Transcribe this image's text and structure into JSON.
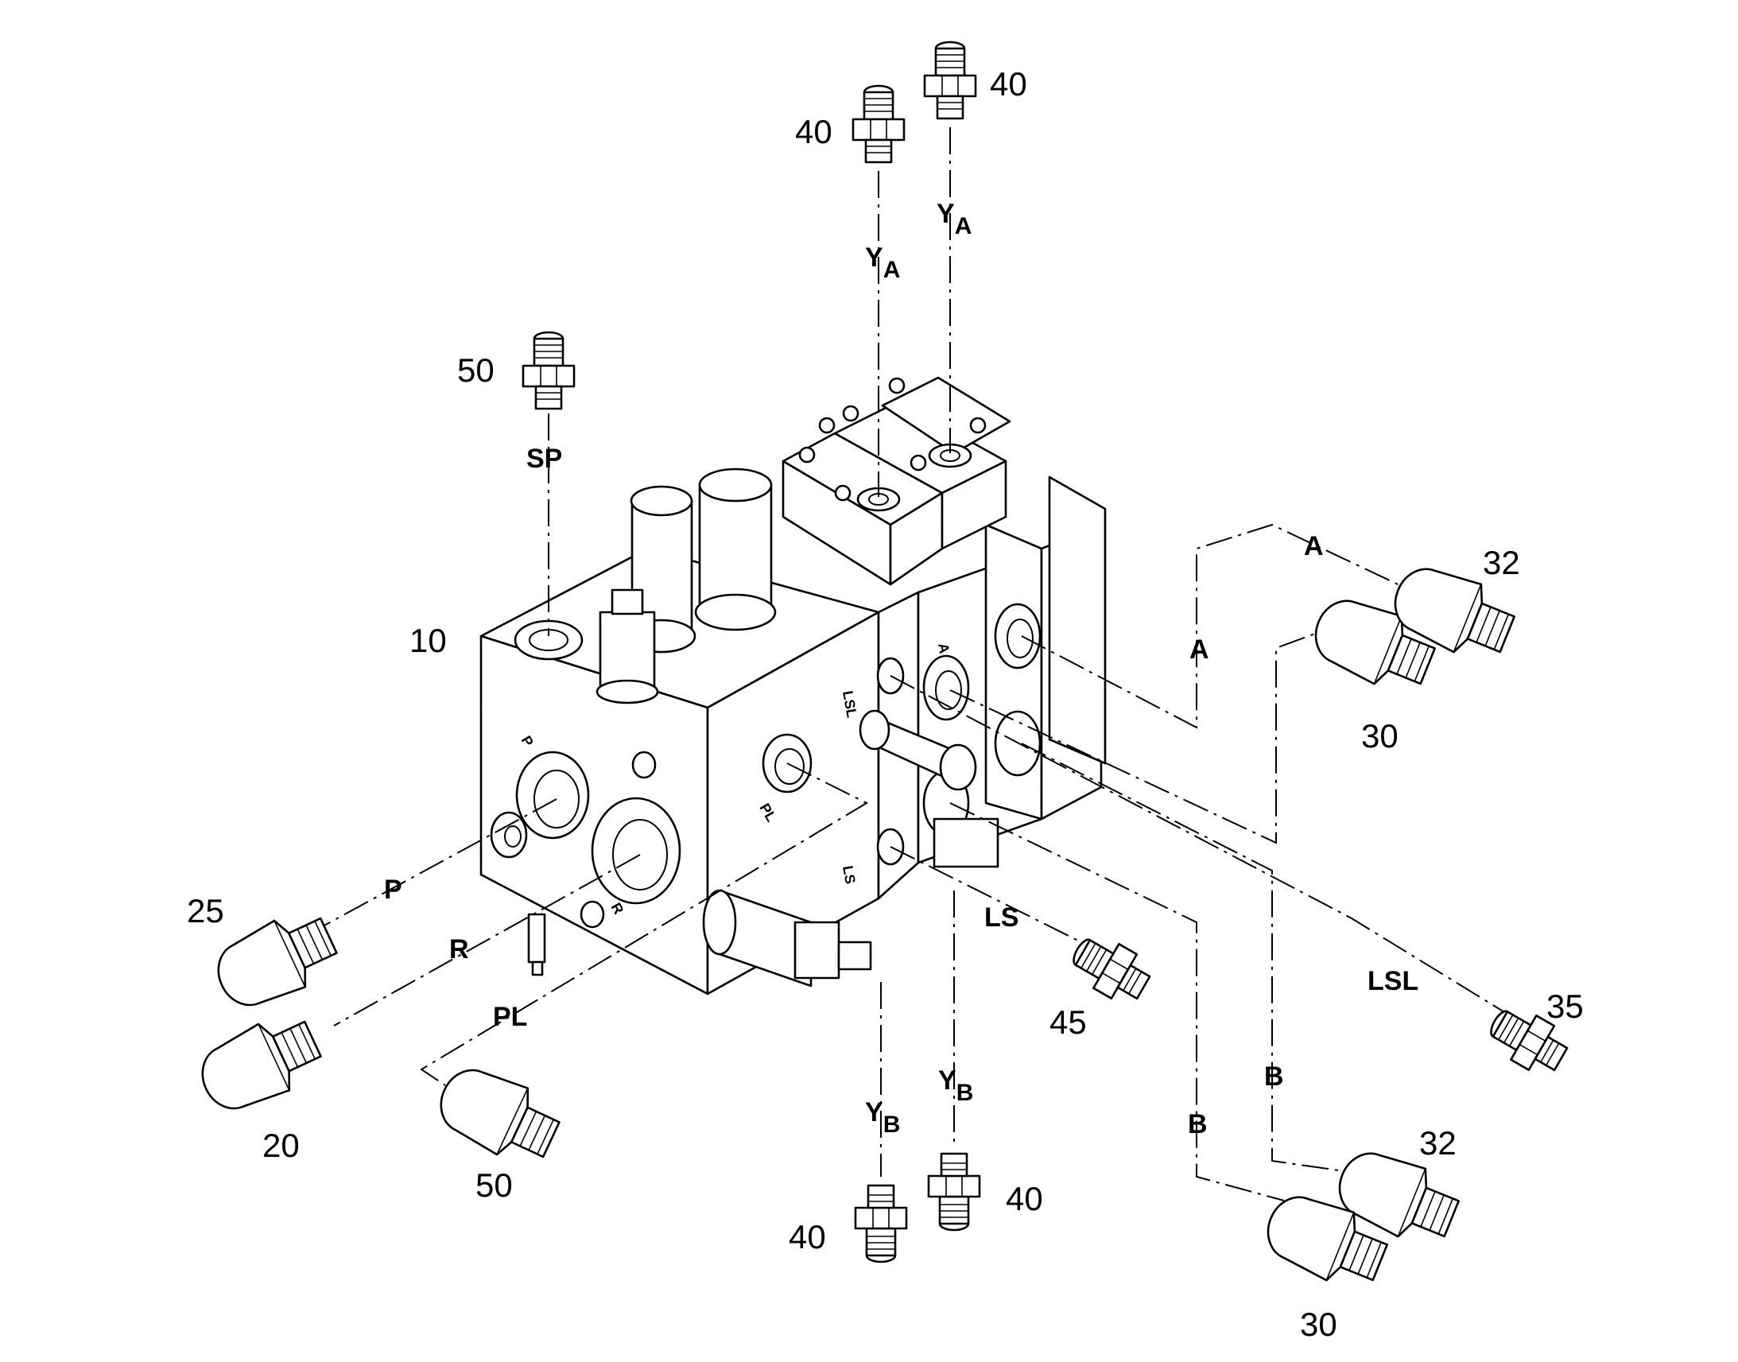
{
  "part_numbers": {
    "n10": "10",
    "n20": "20",
    "n25": "25",
    "n30a": "30",
    "n30b": "30",
    "n32a": "32",
    "n32b": "32",
    "n35": "35",
    "n40a": "40",
    "n40b": "40",
    "n40c": "40",
    "n40d": "40",
    "n45": "45",
    "n50a": "50",
    "n50b": "50"
  },
  "ports": {
    "sp": "SP",
    "p": "P",
    "r": "R",
    "pl": "PL",
    "ls": "LS",
    "lsl": "LSL",
    "a1": "A",
    "a2": "A",
    "b1": "B",
    "b2": "B",
    "y": "Y",
    "sub_a": "A",
    "sub_b": "B"
  },
  "face_marks": {
    "p": "P",
    "r": "R",
    "pl": "PL",
    "ls": "LS",
    "lsl": "LSL",
    "a": "A"
  }
}
